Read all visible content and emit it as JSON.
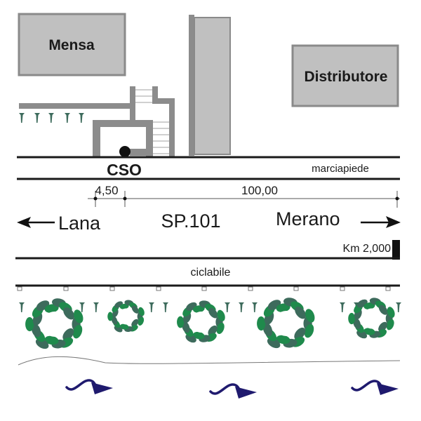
{
  "buildings": {
    "mensa": "Mensa",
    "distributore": "Distributore"
  },
  "cso_label": "CSO",
  "sidewalk_label": "marciapiede",
  "dimensions": {
    "small": "4,50",
    "large": "100,00"
  },
  "road": {
    "name": "SP.101",
    "left_direction": "Lana",
    "right_direction": "Merano",
    "km_marker": "Km 2,000"
  },
  "bike_path_label": "ciclabile",
  "colors": {
    "building_fill": "#c0c0c0",
    "building_stroke": "#8a8a8a",
    "wall": "#8c8c8c",
    "line": "#1a1a1a",
    "tree_dark": "#3d6b5c",
    "tree_green": "#1f8a4c",
    "flow_arrow": "#1f1a6e"
  }
}
